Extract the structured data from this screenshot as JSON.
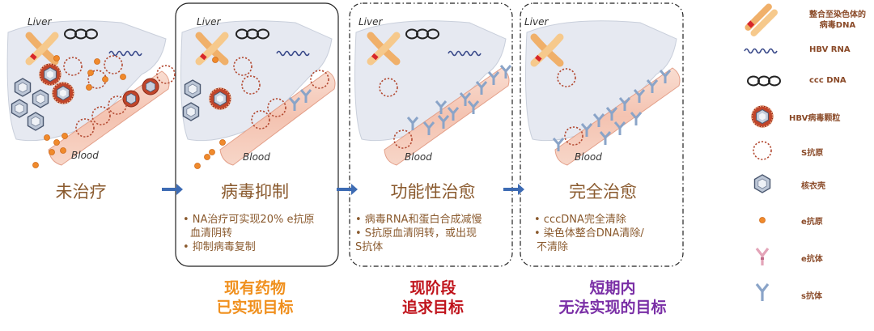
{
  "labels": {
    "liver": "Liver",
    "blood": "Blood"
  },
  "stages": [
    {
      "title": "未治疗",
      "bullets": []
    },
    {
      "title": "病毒抑制",
      "bullets": [
        "• NA治疗可实现20% e抗原",
        "血清阴转",
        "• 抑制病毒复制"
      ]
    },
    {
      "title": "功能性治愈",
      "bullets": [
        "• 病毒RNA和蛋白合成减慢",
        "• S抗原血清阴转，或出现",
        "S抗体"
      ]
    },
    {
      "title": "完全治愈",
      "bullets": [
        "• cccDNA完全清除",
        "• 染色体整合DNA清除/",
        "不清除"
      ]
    }
  ],
  "goals": [
    {
      "line1": "现有药物",
      "line2": "已实现目标",
      "color": "#f0901e"
    },
    {
      "line1": "现阶段",
      "line2": "追求目标",
      "color": "#c0141c"
    },
    {
      "line1": "短期内",
      "line2": "无法实现的目标",
      "color": "#7a2fa6"
    }
  ],
  "legend": [
    {
      "icon": "integrated-dna",
      "label": "整合至染色体的",
      "label2": "病毒DNA"
    },
    {
      "icon": "hbv-rna",
      "label": "HBV RNA"
    },
    {
      "icon": "ccc-dna",
      "label": "ccc DNA"
    },
    {
      "icon": "hbv-virion",
      "label": "HBV病毒颗粒"
    },
    {
      "icon": "s-antigen",
      "label": "S抗原"
    },
    {
      "icon": "core-shell",
      "label": "核衣壳"
    },
    {
      "icon": "e-antigen",
      "label": "e抗原"
    },
    {
      "icon": "e-antibody",
      "label": "e抗体"
    },
    {
      "icon": "s-antibody",
      "label": "s抗体"
    }
  ],
  "colors": {
    "title_text": "#8a5a2e",
    "arrow": "#3d6bb3",
    "liver_fill": "#e6e9f1",
    "vessel_fill": "#f6cdbf",
    "antigen_dot": "#b34a32",
    "e_antigen": "#f08a2c"
  }
}
